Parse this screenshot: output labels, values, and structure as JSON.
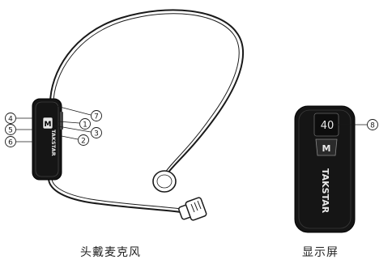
{
  "figure": {
    "headset": {
      "caption": "头戴麦克风",
      "callouts": [
        {
          "id": "4",
          "text": "④"
        },
        {
          "id": "5",
          "text": "⑤"
        },
        {
          "id": "6",
          "text": "⑥"
        },
        {
          "id": "7",
          "text": "⑦"
        },
        {
          "id": "1",
          "text": "①"
        },
        {
          "id": "3",
          "text": "③"
        },
        {
          "id": "2",
          "text": "②"
        }
      ],
      "button_label": "M",
      "brand_text": "TAKSTAR"
    },
    "display_unit": {
      "caption": "显示屏",
      "callouts": [
        {
          "id": "8",
          "text": "⑧"
        }
      ],
      "display_text": "40",
      "button_label": "M",
      "brand_text": "TAKSTAR"
    }
  },
  "colors": {
    "line": "#1a1a1a",
    "body": "#151515",
    "highlight": "#e8e8e8",
    "background": "#ffffff"
  }
}
